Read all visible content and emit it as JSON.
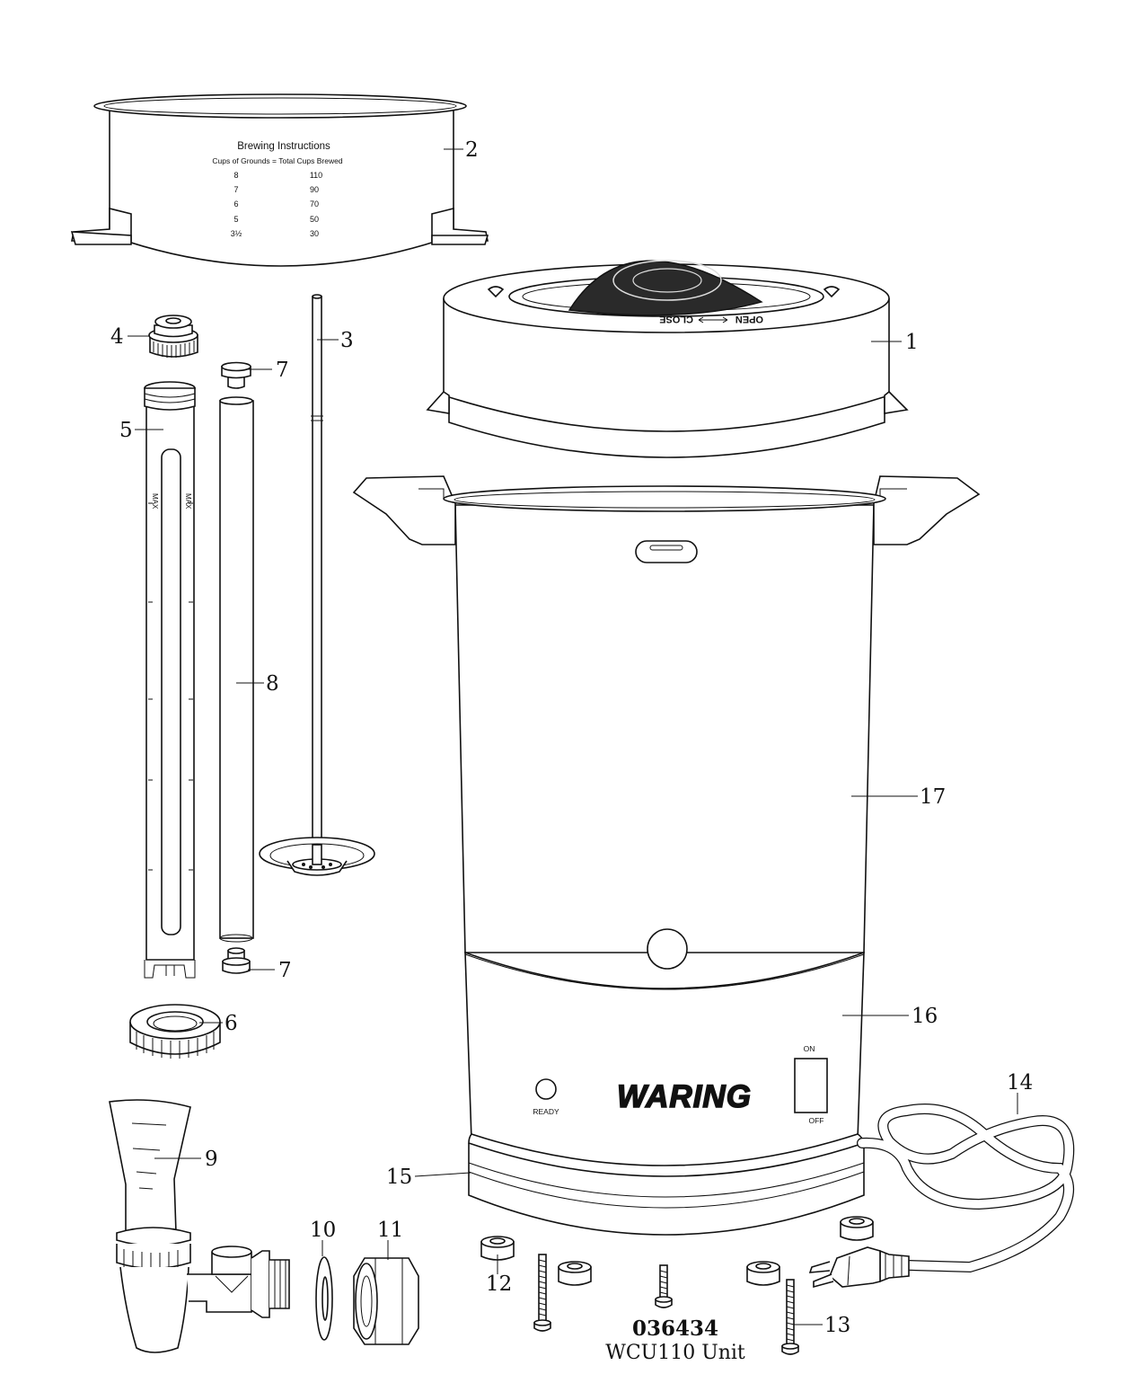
{
  "part_labels": {
    "p1": "1",
    "p2": "2",
    "p3": "3",
    "p4": "4",
    "p5": "5",
    "p6": "6",
    "p7a": "7",
    "p7b": "7",
    "p8": "8",
    "p9": "9",
    "p10": "10",
    "p11": "11",
    "p12": "12",
    "p13": "13",
    "p14": "14",
    "p15": "15",
    "p16": "16",
    "p17": "17"
  },
  "basket": {
    "title": "Brewing Instructions",
    "subtitle": "Cups of Grounds = Total Cups Brewed",
    "rows": [
      {
        "grounds": "8",
        "cups": "110"
      },
      {
        "grounds": "7",
        "cups": "90"
      },
      {
        "grounds": "6",
        "cups": "70"
      },
      {
        "grounds": "5",
        "cups": "50"
      },
      {
        "grounds": "3½",
        "cups": "30"
      }
    ]
  },
  "lid": {
    "open_label": "OPEN",
    "close_label": "CLOSE"
  },
  "body": {
    "brand": "WARING",
    "ready_label": "READY",
    "on_label": "ON",
    "off_label": "OFF"
  },
  "caption": {
    "part_number": "036434",
    "unit": "WCU110 Unit"
  }
}
